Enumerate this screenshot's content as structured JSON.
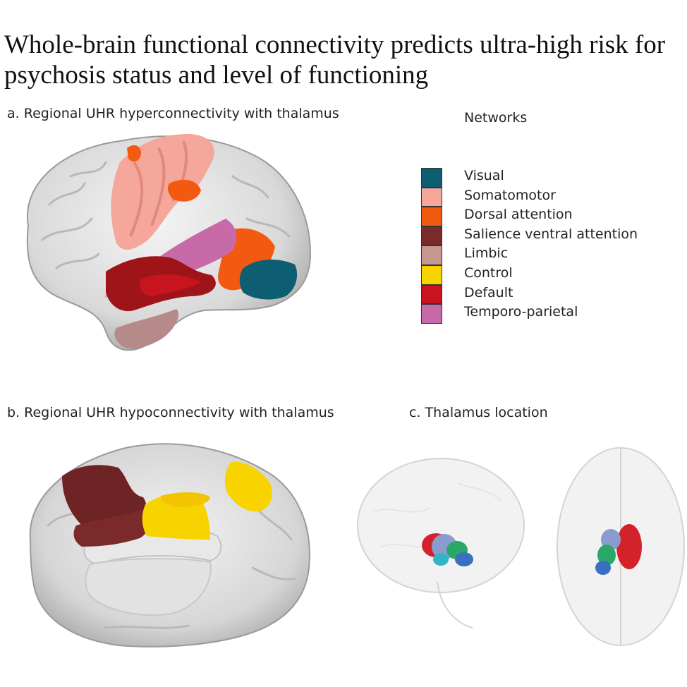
{
  "title_line1": "Whole-brain functional connectivity predicts ultra-high risk for",
  "title_line2": "psychosis status and level of functioning",
  "panel_a": {
    "label": "a. Regional UHR hyperconnectivity with thalamus"
  },
  "panel_b": {
    "label": "b. Regional UHR hypoconnectivity with thalamus"
  },
  "panel_c": {
    "label": "c. Thalamus location"
  },
  "legend": {
    "title": "Networks",
    "items": [
      {
        "label": "Visual",
        "color": "#0d5e73"
      },
      {
        "label": "Somatomotor",
        "color": "#f4a79a"
      },
      {
        "label": "Dorsal attention",
        "color": "#f25a12"
      },
      {
        "label": "Salience ventral attention",
        "color": "#7a2a2a"
      },
      {
        "label": "Limbic",
        "color": "#c49790"
      },
      {
        "label": "Control",
        "color": "#f7d400"
      },
      {
        "label": "Default",
        "color": "#c8141e"
      },
      {
        "label": "Temporo-parietal",
        "color": "#c86aa8"
      }
    ]
  }
}
